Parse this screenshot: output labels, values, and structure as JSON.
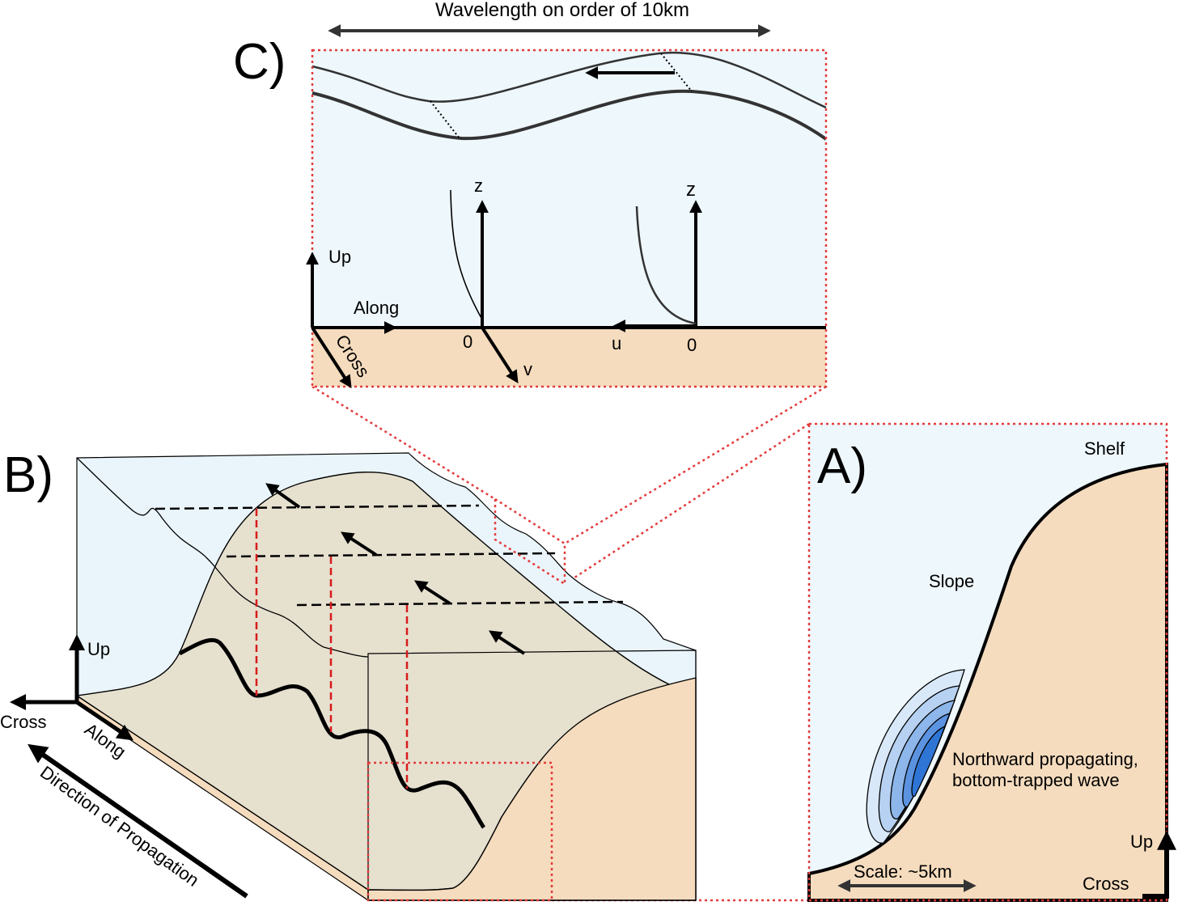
{
  "colors": {
    "water": "#eaf5fb",
    "water_panel": "#eef7fc",
    "sand": "#f5dcbe",
    "slope_surface": "#e6e0cf",
    "red_dotted": "#e33b3b",
    "wave_blue_1": "#d9e8f8",
    "wave_blue_2": "#b6d1f1",
    "wave_blue_3": "#8db6ea",
    "wave_blue_4": "#5b93e0",
    "wave_blue_5": "#2f75d6",
    "arrow": "#000000",
    "dark_arrow": "#333333"
  },
  "panel_c": {
    "letter": "C)",
    "wavelength": "Wavelength on order of 10km",
    "z_left": "z",
    "z_right": "z",
    "zero_left": "0",
    "zero_right": "0",
    "v": "v",
    "u": "u",
    "up": "Up",
    "along": "Along",
    "cross": "Cross"
  },
  "panel_b": {
    "letter": "B)",
    "up": "Up",
    "cross": "Cross",
    "along": "Along",
    "direction": "Direction of Propagation"
  },
  "panel_a": {
    "letter": "A)",
    "shelf": "Shelf",
    "slope": "Slope",
    "wave_line1": "Northward propagating,",
    "wave_line2": "bottom-trapped wave",
    "scale": "Scale: ~5km",
    "up": "Up",
    "cross": "Cross"
  }
}
